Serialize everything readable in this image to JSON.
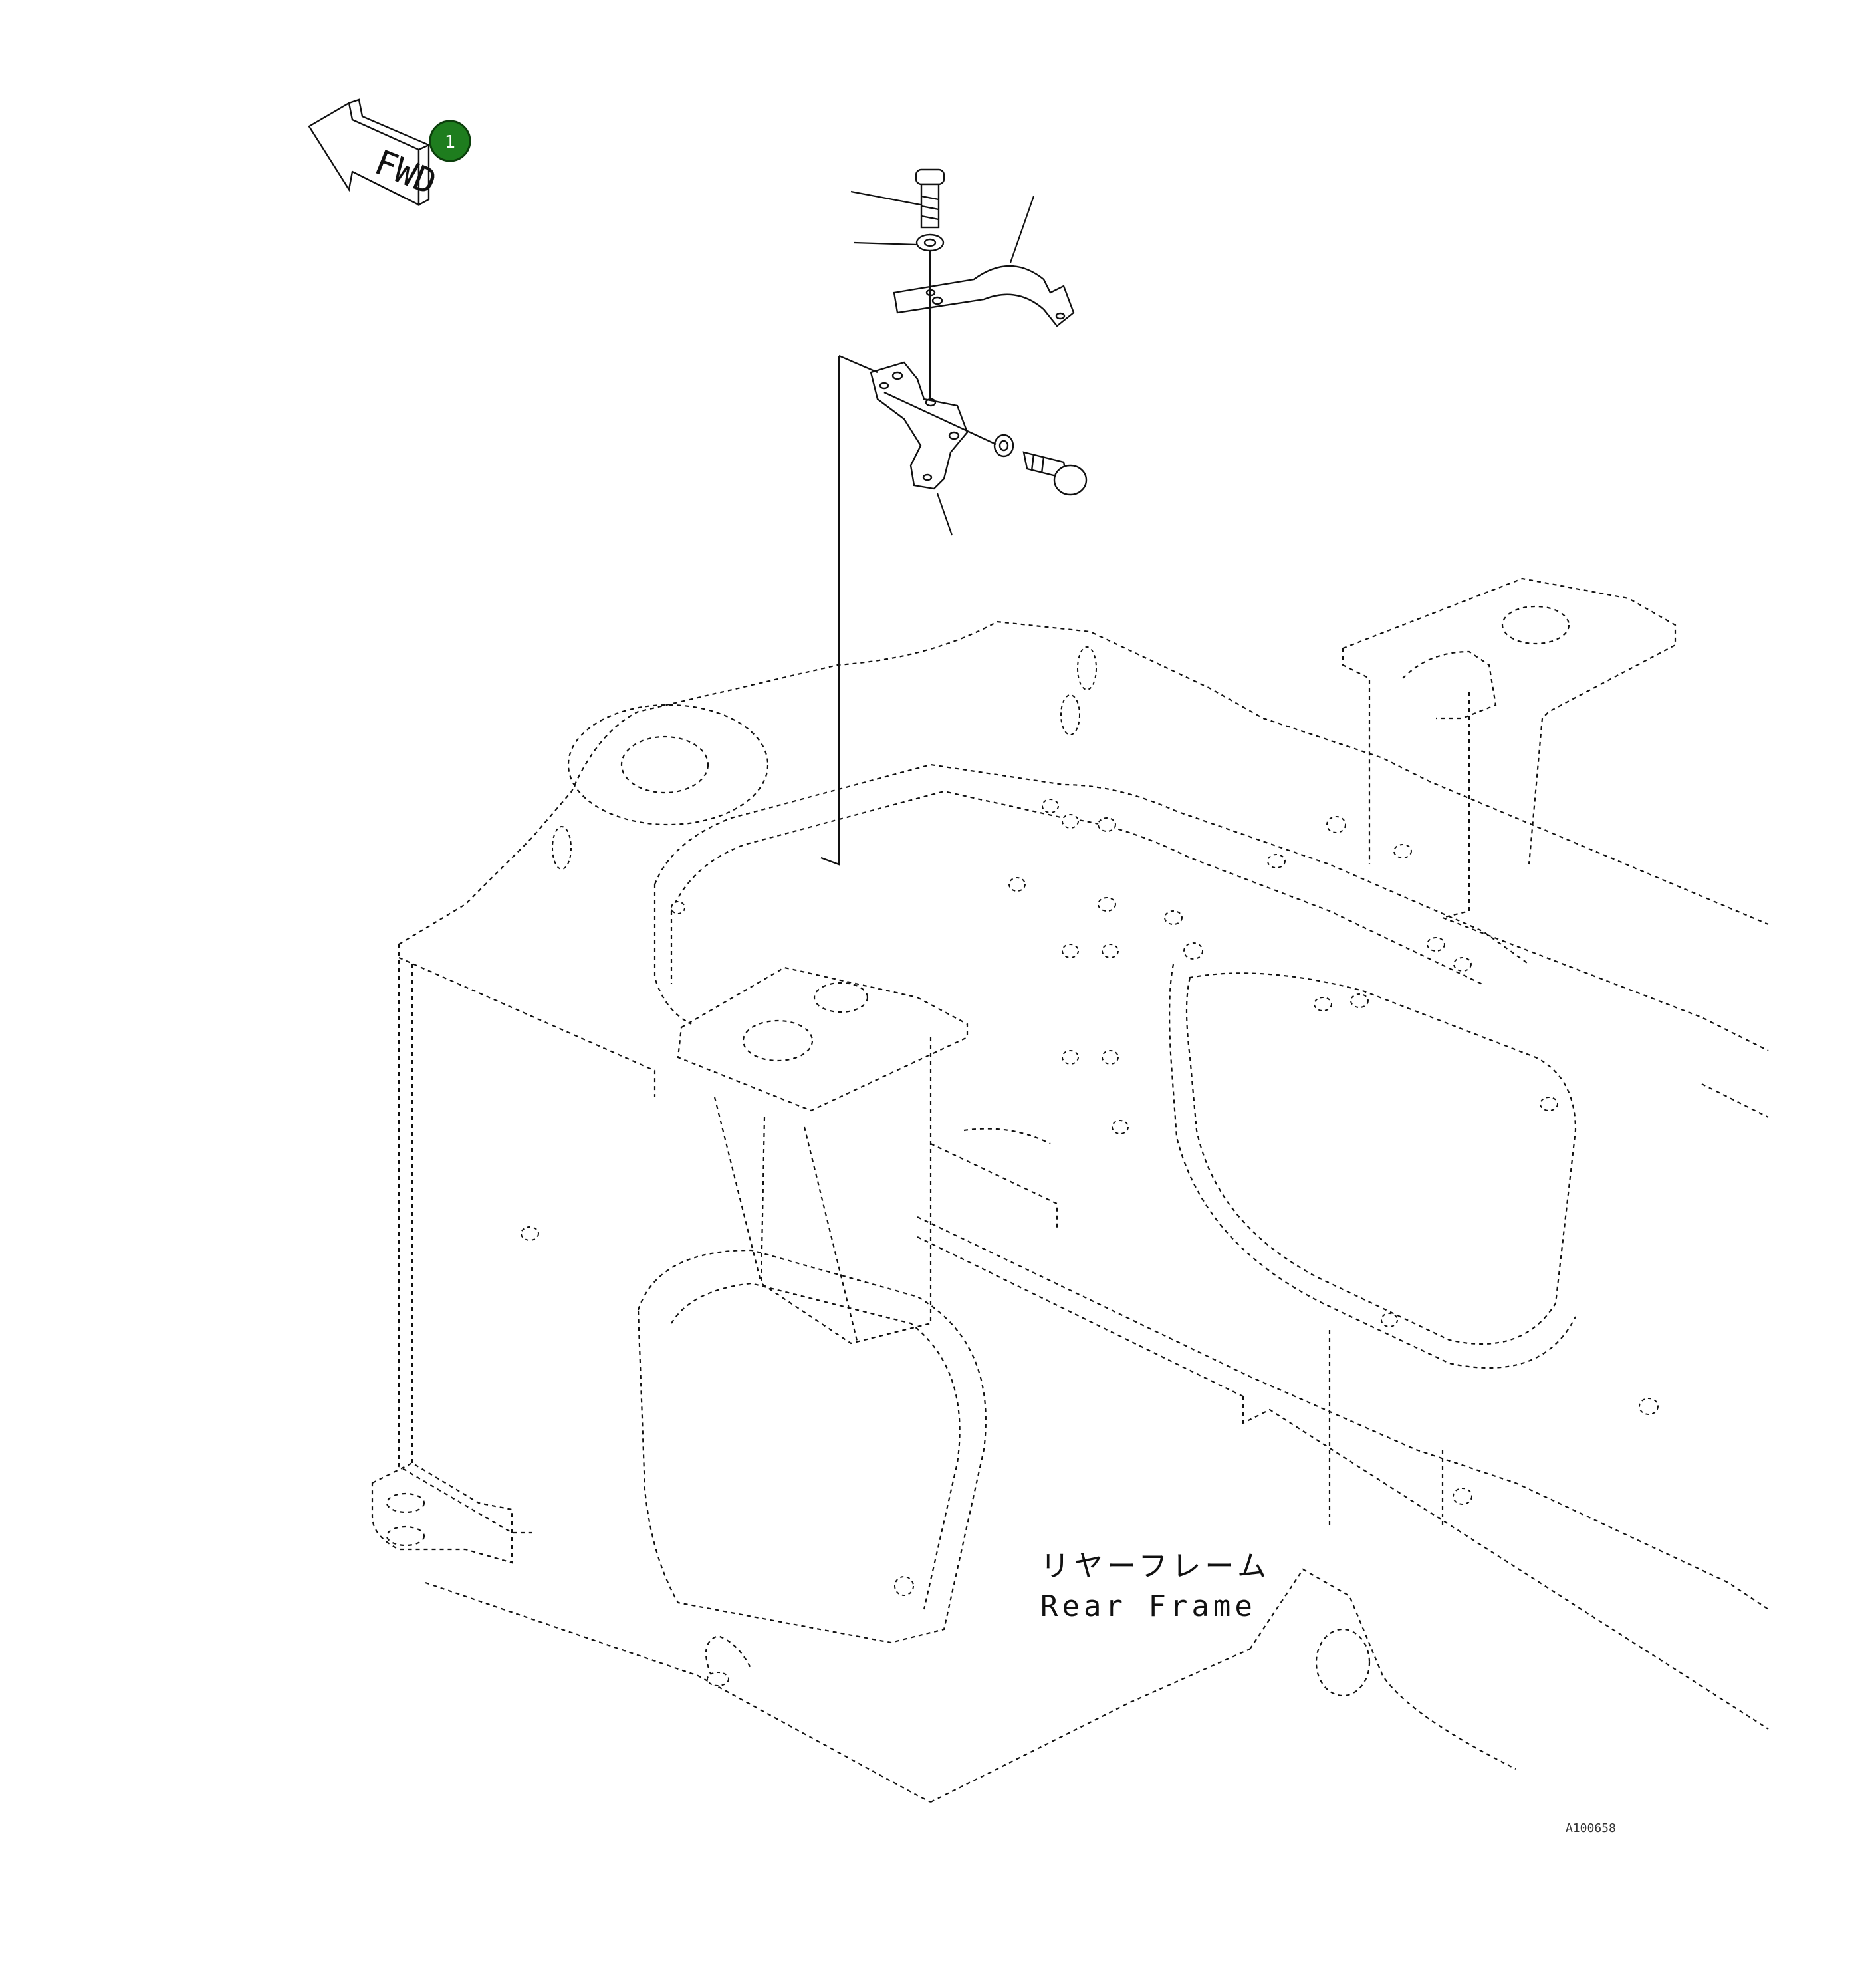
{
  "drawing": {
    "direction_arrow_label": "FWD",
    "callout_badge": "1",
    "part_name_jp": "リヤーフレーム",
    "part_name_en": "Rear Frame",
    "drawing_code": "A100658"
  },
  "colors": {
    "line": "#111111",
    "badge_fill": "#1e7d1e",
    "badge_text": "#ffffff",
    "background": "#ffffff"
  },
  "icons": {
    "arrow": "fwd-arrow-icon",
    "badge": "callout-badge-icon"
  }
}
